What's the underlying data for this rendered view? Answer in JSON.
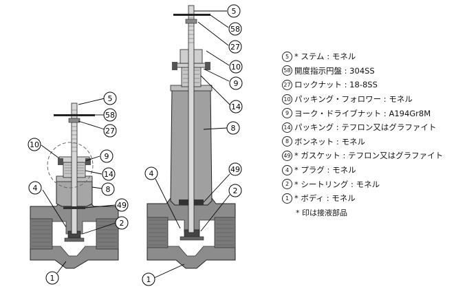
{
  "callouts": {
    "small": [
      "5",
      "58",
      "27",
      "10",
      "9",
      "14",
      "8",
      "4",
      "49",
      "2",
      "1"
    ],
    "large": [
      "5",
      "58",
      "27",
      "10",
      "9",
      "14",
      "8",
      "4",
      "49",
      "2",
      "1"
    ]
  },
  "legend": {
    "items": [
      {
        "num": "5",
        "text": "* ステム : モネル"
      },
      {
        "num": "58",
        "text": "開度指示円盤 : 304SS"
      },
      {
        "num": "27",
        "text": "ロックナット : 18-8SS"
      },
      {
        "num": "10",
        "text": "パッキング・フォロワー : モネル"
      },
      {
        "num": "9",
        "text": "ヨーク・ドライブナット : A194Gr8M"
      },
      {
        "num": "14",
        "text": "パッキング : テフロン又はグラファイト"
      },
      {
        "num": "8",
        "text": "ボンネット : モネル"
      },
      {
        "num": "49",
        "text": "* ガスケット : テフロン又はグラファイト"
      },
      {
        "num": "4",
        "text": "* プラグ : モネル"
      },
      {
        "num": "2",
        "text": "* シートリング : モネル"
      },
      {
        "num": "1",
        "text": "* ボディ : モネル"
      }
    ],
    "note": "* 印は接液部品"
  },
  "colors": {
    "body_gray": "#8c8c8c",
    "light_gray": "#b4b4b4",
    "dark": "#222222",
    "line": "#000000"
  }
}
